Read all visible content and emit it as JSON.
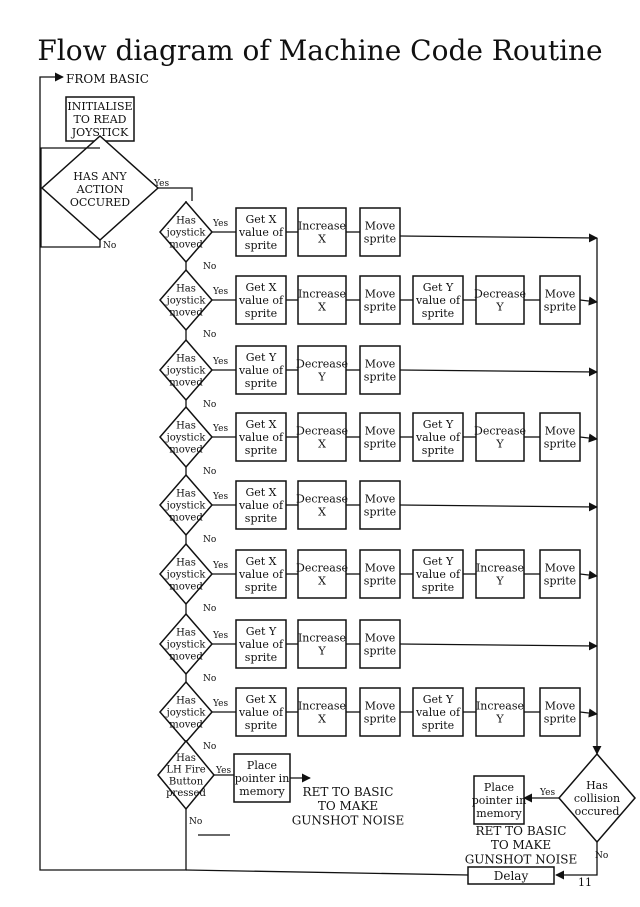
{
  "title": "Flow diagram of Machine Code Routine",
  "page_number": "11",
  "from_basic": "FROM BASIC",
  "init": [
    "INITIALISE",
    "TO READ",
    "JOYSTICK"
  ],
  "any_action": [
    "HAS ANY",
    "ACTION",
    "OCCURED"
  ],
  "yes": "Yes",
  "no": "No",
  "rows": [
    {
      "question": [
        "Has",
        "joystick",
        "moved"
      ],
      "steps": [
        [
          "Get X",
          "value of",
          "sprite"
        ],
        [
          "Increase",
          "X"
        ],
        [
          "Move",
          "sprite"
        ]
      ]
    },
    {
      "question": [
        "Has",
        "joystick",
        "moved"
      ],
      "steps": [
        [
          "Get X",
          "value of",
          "sprite"
        ],
        [
          "Increase",
          "X"
        ],
        [
          "Move",
          "sprite"
        ],
        [
          "Get Y",
          "value of",
          "sprite"
        ],
        [
          "Decrease",
          "Y"
        ],
        [
          "Move",
          "sprite"
        ]
      ]
    },
    {
      "question": [
        "Has",
        "joystick",
        "moved"
      ],
      "steps": [
        [
          "Get Y",
          "value of",
          "sprite"
        ],
        [
          "Decrease",
          "Y"
        ],
        [
          "Move",
          "sprite"
        ]
      ]
    },
    {
      "question": [
        "Has",
        "joystick",
        "moved"
      ],
      "steps": [
        [
          "Get X",
          "value of",
          "sprite"
        ],
        [
          "Decrease",
          "X"
        ],
        [
          "Move",
          "sprite"
        ],
        [
          "Get Y",
          "value of",
          "sprite"
        ],
        [
          "Decrease",
          "Y"
        ],
        [
          "Move",
          "sprite"
        ]
      ]
    },
    {
      "question": [
        "Has",
        "joystick",
        "moved"
      ],
      "steps": [
        [
          "Get X",
          "value of",
          "sprite"
        ],
        [
          "Decrease",
          "X"
        ],
        [
          "Move",
          "sprite"
        ]
      ]
    },
    {
      "question": [
        "Has",
        "joystick",
        "moved"
      ],
      "steps": [
        [
          "Get X",
          "value of",
          "sprite"
        ],
        [
          "Decrease",
          "X"
        ],
        [
          "Move",
          "sprite"
        ],
        [
          "Get Y",
          "value of",
          "sprite"
        ],
        [
          "Increase",
          "Y"
        ],
        [
          "Move",
          "sprite"
        ]
      ]
    },
    {
      "question": [
        "Has",
        "joystick",
        "moved"
      ],
      "steps": [
        [
          "Get Y",
          "value of",
          "sprite"
        ],
        [
          "Increase",
          "Y"
        ],
        [
          "Move",
          "sprite"
        ]
      ]
    },
    {
      "question": [
        "Has",
        "joystick",
        "moved"
      ],
      "steps": [
        [
          "Get X",
          "value of",
          "sprite"
        ],
        [
          "Increase",
          "X"
        ],
        [
          "Move",
          "sprite"
        ],
        [
          "Get Y",
          "value of",
          "sprite"
        ],
        [
          "Increase",
          "Y"
        ],
        [
          "Move",
          "sprite"
        ]
      ]
    }
  ],
  "fire": {
    "question": [
      "Has",
      "LH Fire",
      "Button",
      "pressed"
    ],
    "action": [
      "Place",
      "pointer in",
      "memory"
    ],
    "note": [
      "RET TO BASIC",
      "TO MAKE",
      "GUNSHOT NOISE"
    ]
  },
  "collision": {
    "question": [
      "Has",
      "collision",
      "occured"
    ],
    "action": [
      "Place",
      "pointer in",
      "memory"
    ],
    "note": [
      "RET TO BASIC",
      "TO MAKE",
      "GUNSHOT NOISE"
    ]
  },
  "delay": "Delay"
}
